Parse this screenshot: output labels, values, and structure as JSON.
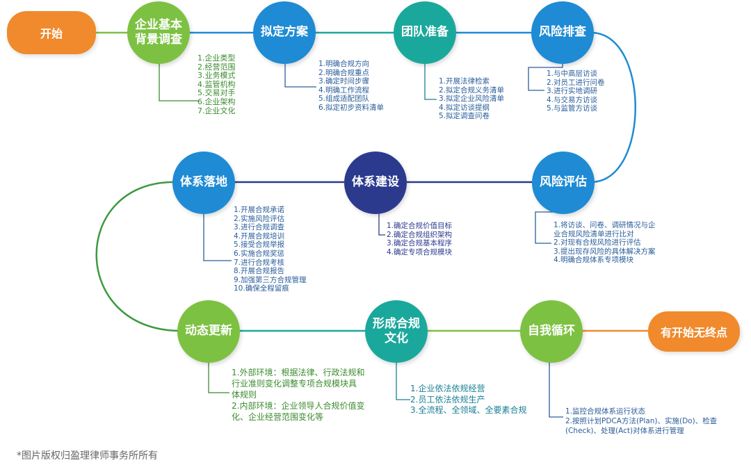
{
  "diagram": {
    "start_label": "开始",
    "end_label": "有开始无终点",
    "nodes": [
      {
        "id": "n1",
        "label": "企业基本\n背景调查"
      },
      {
        "id": "n2",
        "label": "拟定方案"
      },
      {
        "id": "n3",
        "label": "团队准备"
      },
      {
        "id": "n4",
        "label": "风险排查"
      },
      {
        "id": "n5",
        "label": "风险评估"
      },
      {
        "id": "n6",
        "label": "体系建设"
      },
      {
        "id": "n7",
        "label": "体系落地"
      },
      {
        "id": "n8",
        "label": "动态更新"
      },
      {
        "id": "n9",
        "label": "形成合规\n文化"
      },
      {
        "id": "n10",
        "label": "自我循环"
      }
    ],
    "lists": {
      "n1": [
        "1.企业类型",
        "2.经营范围",
        "3.业务模式",
        "4.监管机构",
        "5.交易对手",
        "6.企业架构",
        "7.企业文化"
      ],
      "n2": [
        "1.明确合规方向",
        "2.明确合规重点",
        "3.确定时间步骤",
        "4.明确工作流程",
        "5.组成适配团队",
        "6.拟定初步资料清单"
      ],
      "n3": [
        "1.开展法律检索",
        "2.拟定合规义务清单",
        "3.拟定企业风险清单",
        "4.拟定访谈提纲",
        "5.拟定调查问卷"
      ],
      "n4": [
        "1.与中高层访谈",
        "2.对员工进行问卷",
        "3.进行实地调研",
        "4.与交易方访谈",
        "5.与监管方访谈"
      ],
      "n5": [
        "1.将访谈、问卷、调研情况与企",
        "业合规风险清单进行比对",
        "2.对现有合规风险进行评估",
        "3.提出现存风险的具体解决方案",
        "4.明确合规体系专项模块"
      ],
      "n6": [
        "1.确定合规价值目标",
        "2.确定合规组织架构",
        "3.确定合规基本程序",
        "4.确定专项合规模块"
      ],
      "n7": [
        "1.开展合规承诺",
        "2.实施风险评估",
        "3.进行合规调查",
        "4.开展合规培训",
        "5.接受合规举报",
        "6.实施合规奖惩",
        "7.进行合规考核",
        "8.开展合规报告",
        "9.加强第三方合规管理",
        "10.确保全程留痕"
      ],
      "n8": [
        "1.外部环境：根据法律、行政法规和",
        "行业准则变化调整专项合规模块具",
        "体规则",
        "2.内部环境：企业领导人合规价值变",
        "化、企业经营范围变化等"
      ],
      "n9": [
        "1.企业依法依规经营",
        "2.员工依法依规生产",
        "3.全流程、全领域、全要素合规"
      ],
      "n10": [
        "1.监控合规体系运行状态",
        "2.按照计划PDCA方法(Plan)、实施(Do)、检查",
        "(Check)、处理(Act)对体系进行管理"
      ]
    },
    "colors": {
      "orange": "#f08a2c",
      "green": "#7dc142",
      "blue": "#1e8bd4",
      "teal": "#1ba89c",
      "navy": "#2c3a8e"
    }
  },
  "caption": "*图片版权归盈理律师事务所所有"
}
